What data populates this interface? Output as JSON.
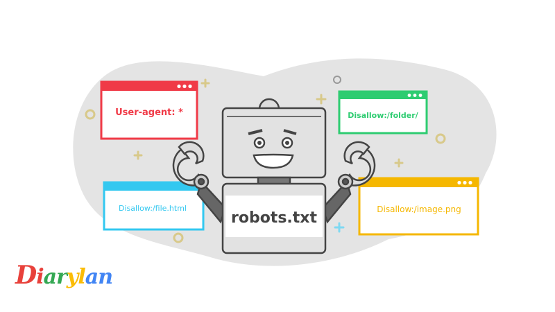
{
  "windows": {
    "user_agent": {
      "text": "User-agent: *",
      "color": "#f03a47"
    },
    "folder": {
      "text": "Disallow:/folder/",
      "color": "#2ecc71"
    },
    "file": {
      "text": "Disallow:/file.html",
      "color": "#33c8f0"
    },
    "image": {
      "text": "Disallow:/image.png",
      "color": "#f5b700"
    }
  },
  "robot": {
    "label": "robots.txt"
  },
  "logo": {
    "text": "Diarylan",
    "letters": [
      "D",
      "i",
      "a",
      "r",
      "y",
      "l",
      "a",
      "n"
    ],
    "colors": [
      "#e8413b",
      "#e8413b",
      "#34a853",
      "#34a853",
      "#fbbc05",
      "#fbbc05",
      "#4285f4",
      "#4285f4"
    ]
  }
}
